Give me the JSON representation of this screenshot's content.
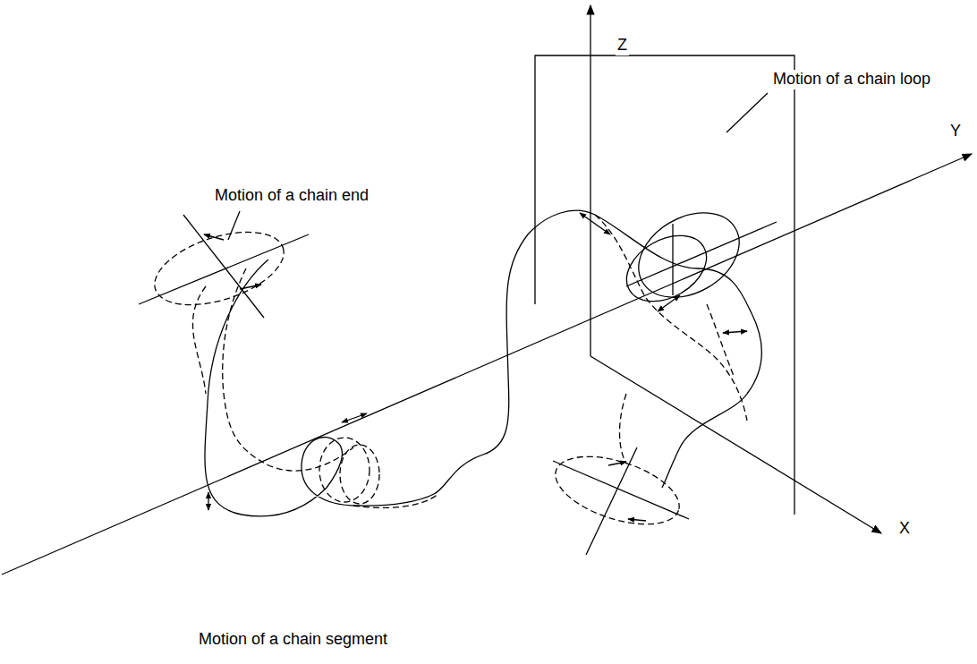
{
  "diagram": {
    "labels": [
      "Z",
      "Y",
      "X",
      "Motion of a chain loop",
      "Motion of a chain end",
      "Motion of a chain segment"
    ]
  }
}
